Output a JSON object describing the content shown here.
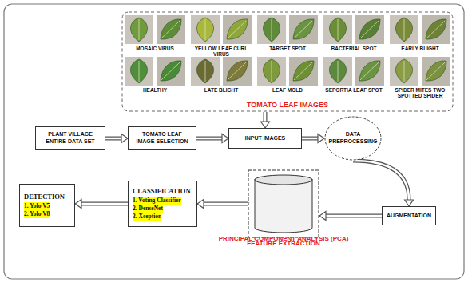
{
  "diagram": {
    "nodes": [
      {
        "text": [
          "TOMATO LEAF IMAGES"
        ]
      },
      {
        "text": [
          "PLANT VILLAGE ENTIRE DATA SET"
        ]
      },
      {
        "text": [
          "TOMATO LEAF IMAGE SELECTION"
        ]
      },
      {
        "text": [
          "INPUT IMAGES"
        ]
      },
      {
        "text": [
          "DATA PREPROCESSING"
        ]
      },
      {
        "text": [
          "AUGMENTATION"
        ]
      },
      {
        "text": [
          "FEATURE EXTRACTION"
        ]
      },
      {
        "text": [
          "PRINCIPAL COMPONENT ANALYSIS (PCA)"
        ],
        "in": 6
      },
      {
        "text": [
          "CLASSIFICATION",
          "1. Voting Classifier",
          "2. DenseNet",
          "3. Xception"
        ]
      },
      {
        "text": [
          "DETECTION",
          "1. Yolo V5",
          "2. Yolo V8"
        ]
      }
    ],
    "edges": [
      {
        "from": 0,
        "to": 3,
        "arrow": "to"
      },
      {
        "from": 1,
        "to": 2,
        "arrow": "to"
      },
      {
        "from": 2,
        "to": 3,
        "arrow": "to"
      },
      {
        "from": 3,
        "to": 4,
        "arrow": "to"
      },
      {
        "from": 4,
        "to": 5,
        "arrow": "to"
      },
      {
        "from": 5,
        "to": 6,
        "arrow": "to"
      },
      {
        "from": 6,
        "to": 8,
        "arrow": "to"
      },
      {
        "from": 8,
        "to": 9,
        "arrow": "to"
      }
    ],
    "labels": [
      "MOSAIC VIRUS",
      "YELLOW LEAF CURL VIRUS",
      "TARGET SPOT",
      "BACTERIAL SPOT",
      "EARLY BLIGHT",
      "HEALTHY",
      "LATE BLIGHT",
      "LEAF MOLD",
      "SEPORTIA LEAF SPOT",
      "SPIDER MITES TWO SPOTTED SPIDER"
    ]
  }
}
